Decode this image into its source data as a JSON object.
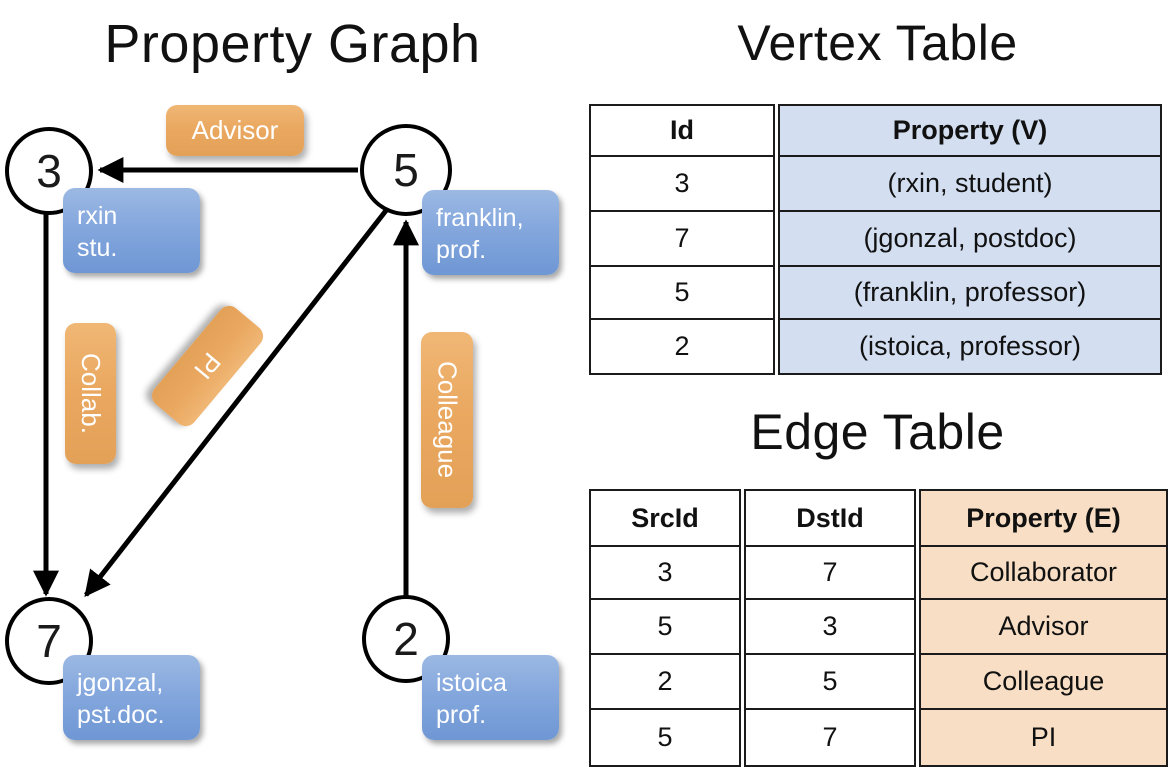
{
  "titles": {
    "graph": "Property Graph",
    "vertex_table": "Vertex Table",
    "edge_table": "Edge Table"
  },
  "colors": {
    "vertex_property_fill": "#d3dff1",
    "edge_property_fill": "#f7dec4",
    "vertex_box": "#84a7dd",
    "edge_label_box": "#e9a75f",
    "line": "#000000"
  },
  "graph": {
    "nodes": [
      {
        "id": "3",
        "label": "3",
        "property_lines": [
          "rxin",
          "stu."
        ]
      },
      {
        "id": "5",
        "label": "5",
        "property_lines": [
          "franklin,",
          "prof."
        ]
      },
      {
        "id": "7",
        "label": "7",
        "property_lines": [
          "jgonzal,",
          "pst.doc."
        ]
      },
      {
        "id": "2",
        "label": "2",
        "property_lines": [
          "istoica",
          "prof."
        ]
      }
    ],
    "edges": [
      {
        "src": "5",
        "dst": "3",
        "label": "Advisor"
      },
      {
        "src": "3",
        "dst": "7",
        "label": "Collab."
      },
      {
        "src": "5",
        "dst": "7",
        "label": "PI"
      },
      {
        "src": "2",
        "dst": "5",
        "label": "Colleague"
      }
    ]
  },
  "vertex_table": {
    "columns": [
      "Id",
      "Property (V)"
    ],
    "rows": [
      {
        "id": "3",
        "property": "(rxin, student)"
      },
      {
        "id": "7",
        "property": "(jgonzal, postdoc)"
      },
      {
        "id": "5",
        "property": "(franklin, professor)"
      },
      {
        "id": "2",
        "property": "(istoica, professor)"
      }
    ]
  },
  "edge_table": {
    "columns": [
      "SrcId",
      "DstId",
      "Property (E)"
    ],
    "rows": [
      {
        "src": "3",
        "dst": "7",
        "property": "Collaborator"
      },
      {
        "src": "5",
        "dst": "3",
        "property": "Advisor"
      },
      {
        "src": "2",
        "dst": "5",
        "property": "Colleague"
      },
      {
        "src": "5",
        "dst": "7",
        "property": "PI"
      }
    ]
  }
}
